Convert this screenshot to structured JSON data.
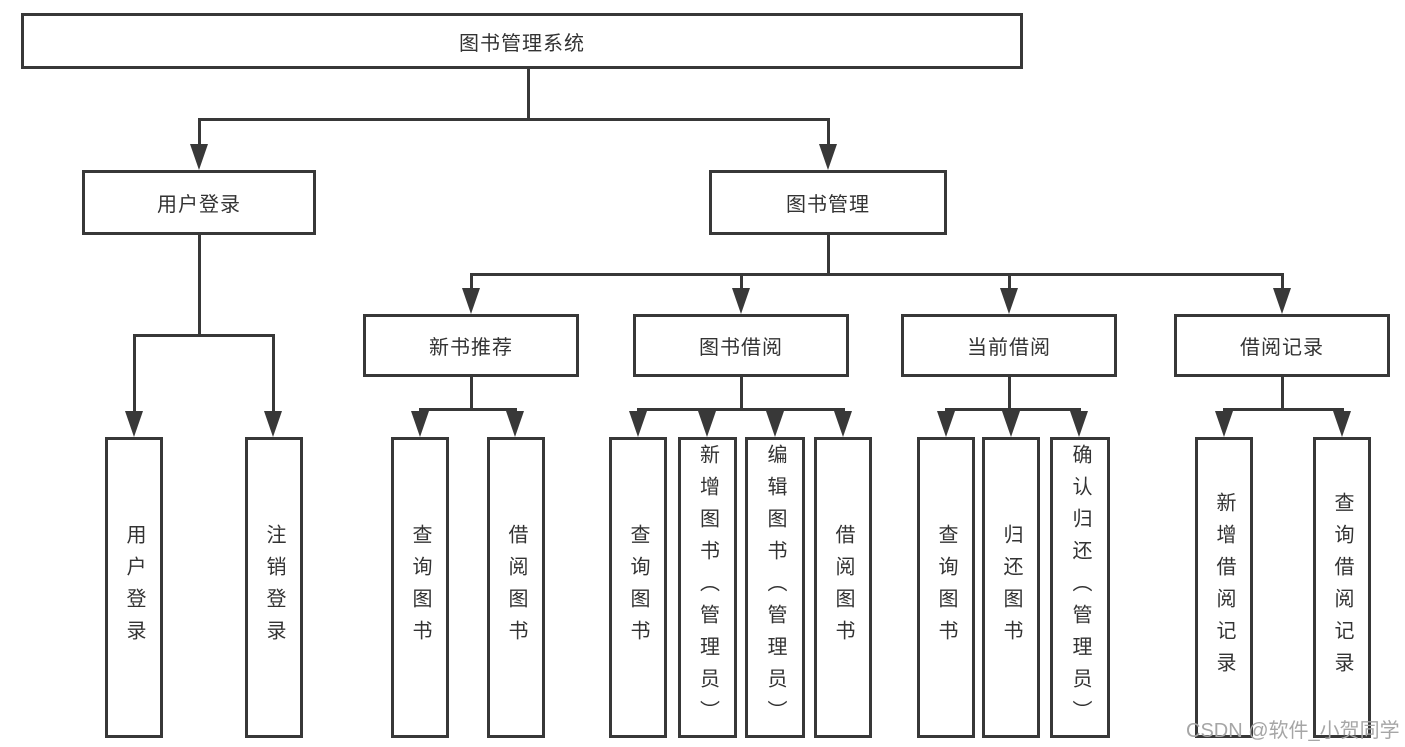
{
  "diagram": {
    "title": "图书管理系统",
    "root": {
      "label": "图书管理系统"
    },
    "level2": [
      {
        "label": "用户登录"
      },
      {
        "label": "图书管理"
      }
    ],
    "level3": [
      {
        "label": "新书推荐"
      },
      {
        "label": "图书借阅"
      },
      {
        "label": "当前借阅"
      },
      {
        "label": "借阅记录"
      }
    ],
    "leaves": {
      "user_login": [
        "用户登录",
        "注销登录"
      ],
      "new_book": [
        "查询图书",
        "借阅图书"
      ],
      "book_borrow": [
        "查询图书",
        "新增图书（管理员）",
        "编辑图书（管理员）",
        "借阅图书"
      ],
      "current_borrow": [
        "查询图书",
        "归还图书",
        "确认归还（管理员）"
      ],
      "borrow_records": [
        "新增借阅记录",
        "查询借阅记录"
      ]
    }
  },
  "watermark": {
    "text": "CSDN @软件_小贺同学"
  },
  "colors": {
    "line": "#383838",
    "text": "#333333",
    "watermark": "#a6a6a6",
    "background": "#ffffff"
  }
}
